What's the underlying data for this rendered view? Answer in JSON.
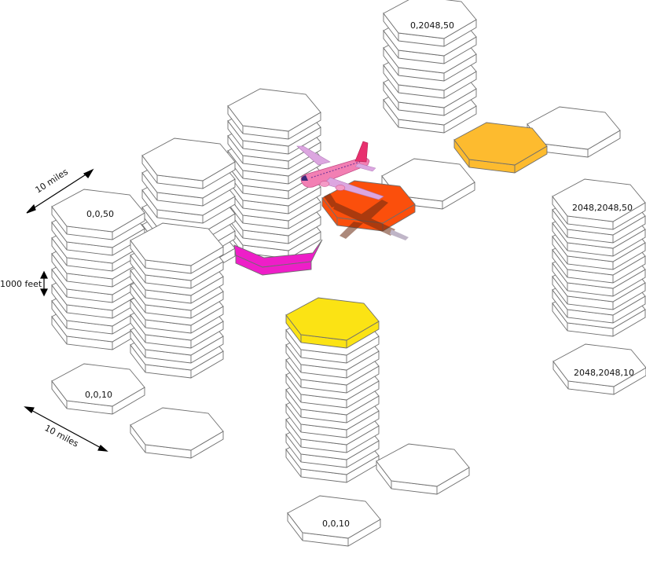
{
  "scale_labels": {
    "width_top": "10 miles",
    "height": "1000 feet",
    "width_bottom": "10 miles"
  },
  "cell_labels": {
    "top_left_column": "0,0,50",
    "bottom_left_cell": "0,0,10",
    "top_center_column": "0,2048,50",
    "right_column_top": "2048,2048,50",
    "right_column_bottom": "2048,2048,10",
    "bottom_center_cell": "0,0,10"
  },
  "colors": {
    "cell_face": "#ffffff",
    "cell_side": "#ffffff",
    "cell_stroke": "#6e6e6e",
    "highlight_magenta": "#ee1ec8",
    "highlight_red_orange": "#fb4f0c",
    "highlight_amber": "#fdbb2f",
    "highlight_yellow": "#fbe314",
    "aircraft_body": "#f27fb3",
    "aircraft_tail": "#e8306e"
  },
  "icons": {
    "aircraft": "airplane-icon",
    "aircraft_shadow": "airplane-shadow-icon",
    "arrows": "double-arrow-icon"
  }
}
